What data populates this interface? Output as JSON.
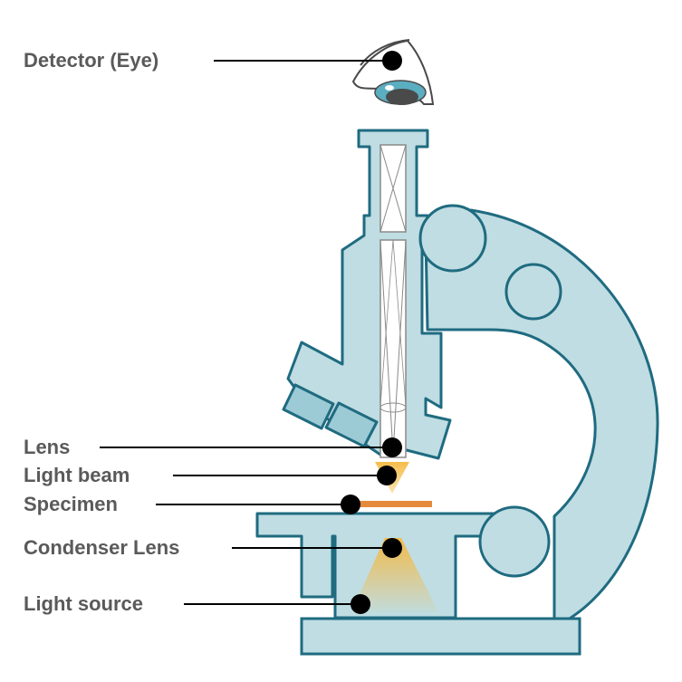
{
  "labels": {
    "detector": "Detector (Eye)",
    "lens": "Lens",
    "light_beam": "Light beam",
    "specimen": "Specimen",
    "condenser": "Condenser Lens",
    "light_source": "Light source"
  },
  "colors": {
    "body_fill": "#bfdde3",
    "outline": "#1f6b80",
    "tube_outline": "#8a8a8a",
    "specimen": "#e58a3c",
    "light_yellow": "#f5b942",
    "eye_iris": "#5aaec0",
    "eye_pupil": "#4a4a4a",
    "label_text": "#5a5a5a",
    "leader": "#000000"
  }
}
